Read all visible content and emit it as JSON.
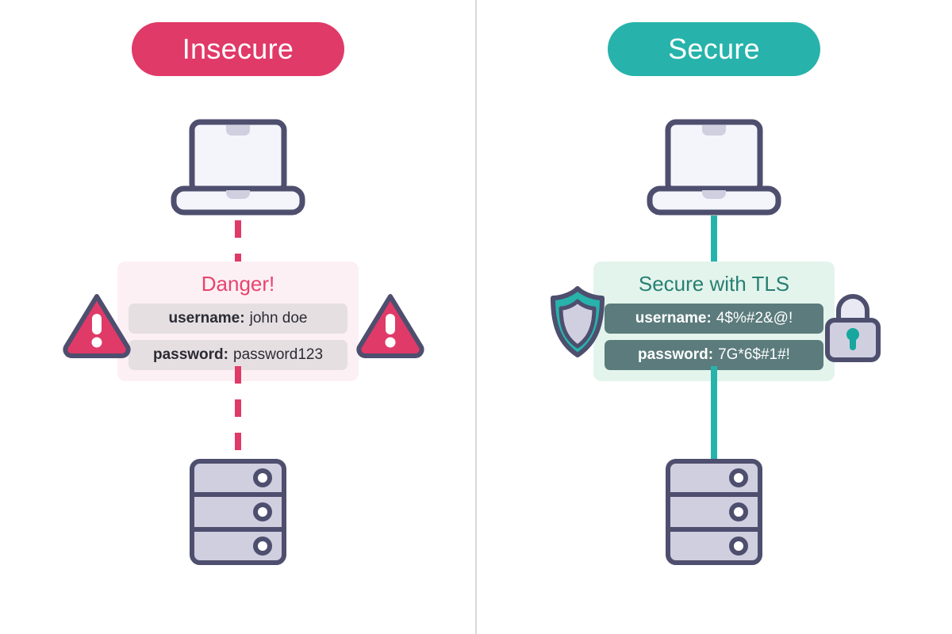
{
  "diagram": {
    "title_insecure": "Insecure",
    "title_secure": "Secure",
    "colors": {
      "danger": "#e03a68",
      "danger_text": "#e8446f",
      "secure": "#27b3ab",
      "secure_text": "#277f73",
      "outline_navy": "#4e4e6e",
      "lavender": "#cfcfe0",
      "panel_pink": "#fdf0f4",
      "panel_green": "#e3f4ec",
      "row_gray": "#e6dfe2",
      "row_slate": "#5b7b7c",
      "divider": "#d9d9dd"
    }
  },
  "left": {
    "pill_label": "Insecure",
    "card_heading": "Danger!",
    "rows": [
      {
        "key": "username:",
        "value": "john doe"
      },
      {
        "key": "password:",
        "value": "password123"
      }
    ],
    "icons": {
      "left": "warning-triangle-icon",
      "right": "warning-triangle-icon",
      "device_top": "laptop-icon",
      "device_bottom": "server-icon",
      "connector": "dashed-line"
    }
  },
  "right": {
    "pill_label": "Secure",
    "card_heading": "Secure with TLS",
    "rows": [
      {
        "key": "username:",
        "value": "4$%#2&@!"
      },
      {
        "key": "password:",
        "value": "7G*6$#1#!"
      }
    ],
    "icons": {
      "left": "shield-icon",
      "right": "padlock-icon",
      "device_top": "laptop-icon",
      "device_bottom": "server-icon",
      "connector": "solid-line"
    }
  }
}
